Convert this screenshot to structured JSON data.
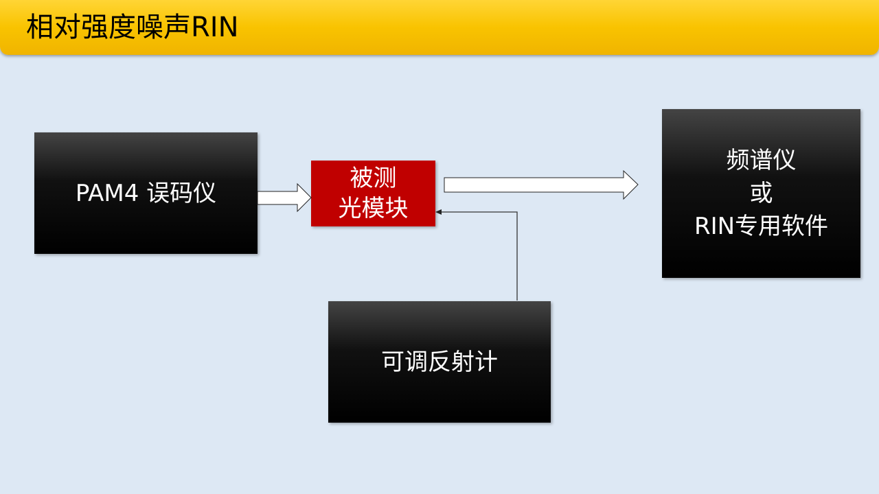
{
  "title": "相对强度噪声RIN",
  "boxes": {
    "bert": "PAM4 误码仪",
    "dut_line1": "被测",
    "dut_line2": "光模块",
    "analyzer_line1": "频谱仪",
    "analyzer_line2": "或",
    "analyzer_line3": "RIN专用软件",
    "reflectometer": "可调反射计"
  },
  "colors": {
    "header": "#f9c300",
    "dut": "#c00000",
    "background": "#dde8f4"
  }
}
